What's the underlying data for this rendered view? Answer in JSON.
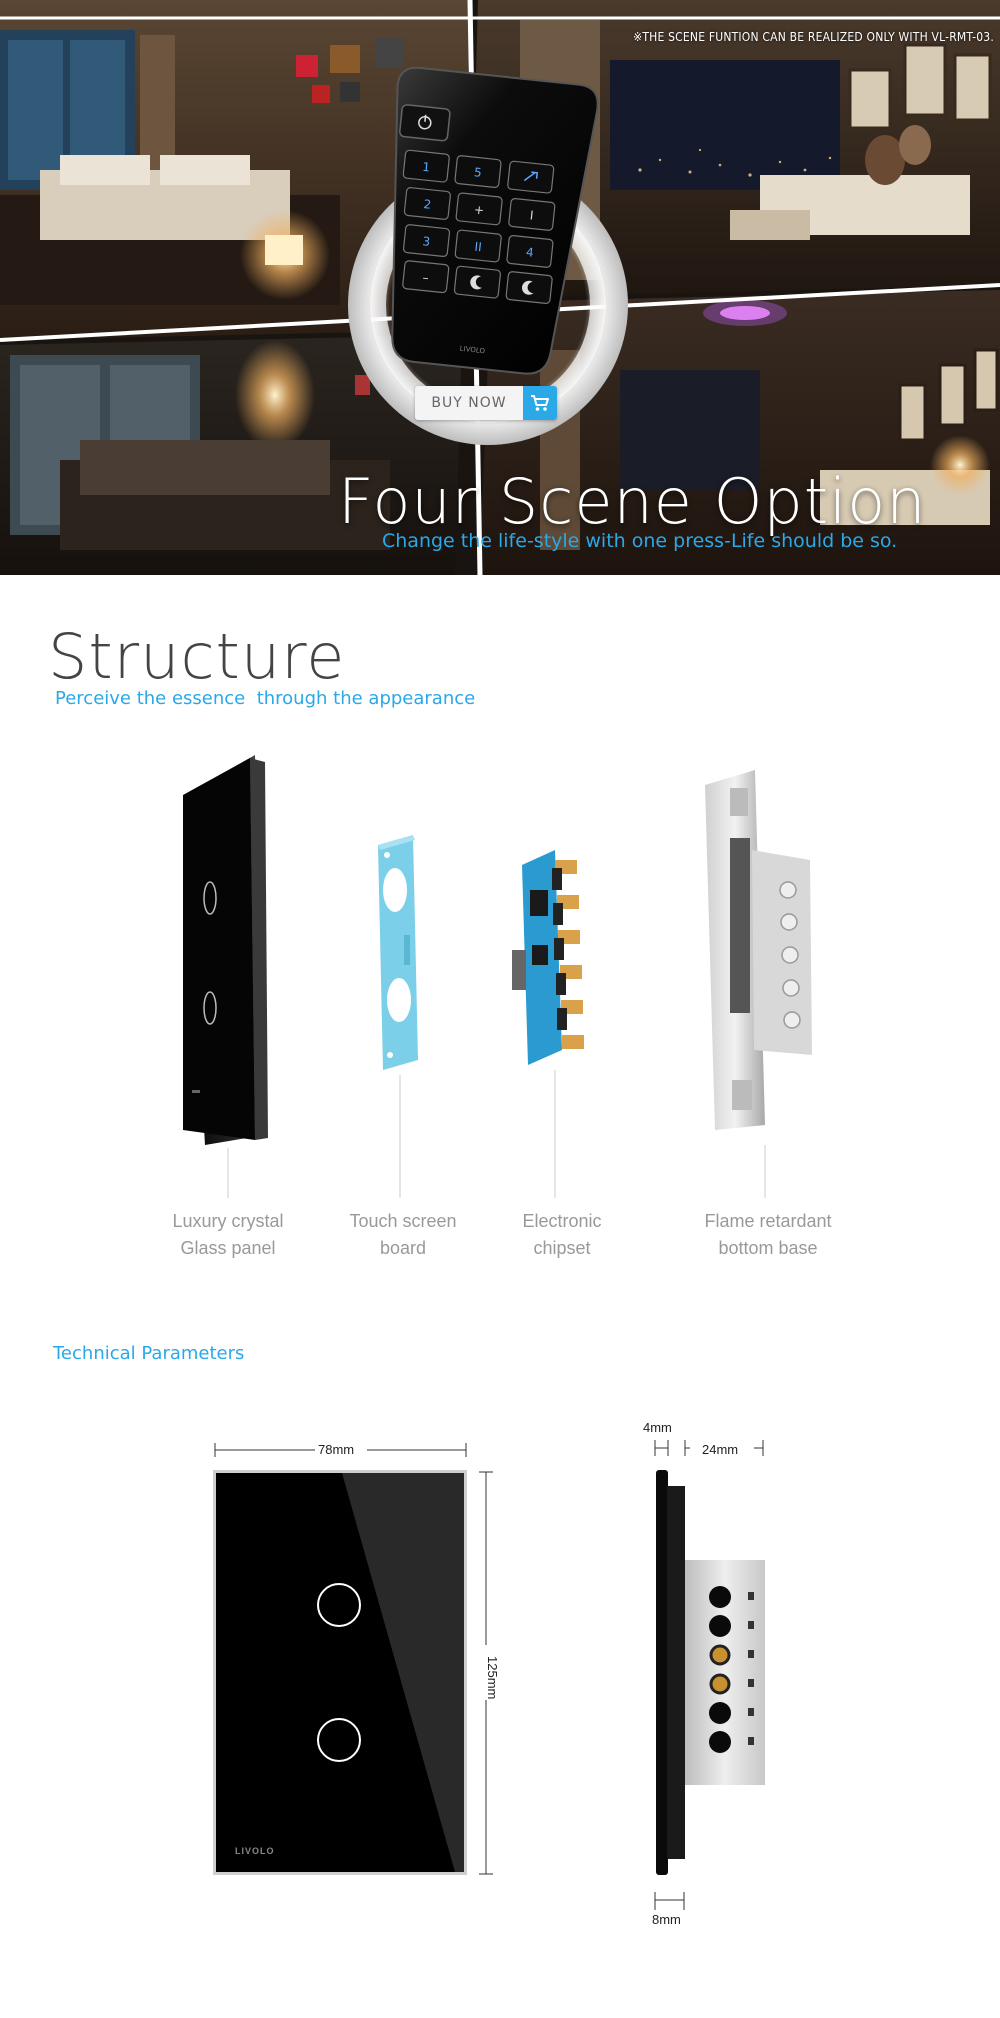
{
  "hero": {
    "notice": "※THE SCENE FUNTION CAN BE REALIZED ONLY WITH VL-RMT-03.",
    "title": "Four  Scene Option",
    "subtitle": "Change the  life-style with one press-Life should be so.",
    "buy_now": "BUY NOW",
    "remote_keys": [
      "1",
      "5",
      "",
      "2",
      "+",
      "I",
      "3",
      "II",
      "4",
      "–",
      ""
    ],
    "remote_brand": "LIVOLO"
  },
  "structure": {
    "title": "Structure",
    "subtitle": "Perceive the essence  through the appearance",
    "parts": [
      {
        "line1": "Luxury crystal",
        "line2": "Glass panel"
      },
      {
        "line1": "Touch screen",
        "line2": "board"
      },
      {
        "line1": "Electronic",
        "line2": "chipset"
      },
      {
        "line1": "Flame retardant",
        "line2": "bottom base"
      }
    ]
  },
  "tech": {
    "title": "Technical Parameters",
    "width": "78mm",
    "height": "125mm",
    "glass_depth": "4mm",
    "base_depth": "24mm",
    "frame_depth": "8mm",
    "panel_brand": "LIVOLO"
  },
  "colors": {
    "accent": "#2aa8e8",
    "panel": "#0a0a0a",
    "label_grey": "#999999"
  }
}
